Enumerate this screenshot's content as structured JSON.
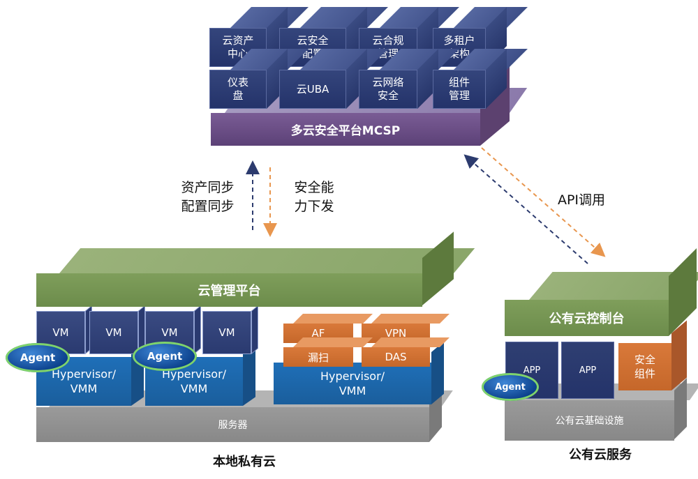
{
  "mcsp": {
    "modules": [
      {
        "label": "云资产\n中心"
      },
      {
        "label": "云安全\n配置"
      },
      {
        "label": "云合规\n管理"
      },
      {
        "label": "多租户\n架构"
      },
      {
        "label": "仪表\n盘"
      },
      {
        "label": "云UBA"
      },
      {
        "label": "云网络\n安全"
      },
      {
        "label": "组件\n管理"
      }
    ],
    "platform_label": "多云安全平台MCSP"
  },
  "arrows": {
    "left_label": "资产同步\n配置同步",
    "right_label": "安全能\n力下发",
    "api_label": "API调用"
  },
  "private_cloud": {
    "mgmt_label": "云管理平台",
    "vms": [
      "VM",
      "VM",
      "VM",
      "VM"
    ],
    "agents": [
      "Agent",
      "Agent"
    ],
    "hypervisors": [
      "Hypervisor/\nVMM",
      "Hypervisor/\nVMM",
      "Hypervisor/\nVMM"
    ],
    "security": [
      "AF",
      "VPN",
      "漏扫",
      "DAS"
    ],
    "server_label": "服务器",
    "title": "本地私有云"
  },
  "public_cloud": {
    "console_label": "公有云控制台",
    "apps": [
      "APP",
      "APP"
    ],
    "security_label": "安全\n组件",
    "agent": "Agent",
    "infra_label": "公有云基础设施",
    "title": "公有云服务"
  },
  "colors": {
    "navy": "#2c3b6e",
    "purple": "#6b4f86",
    "green": "#7f9e5b",
    "blue": "#1f6fb8",
    "orange": "#d9793a",
    "gray": "#8a8a8a"
  }
}
